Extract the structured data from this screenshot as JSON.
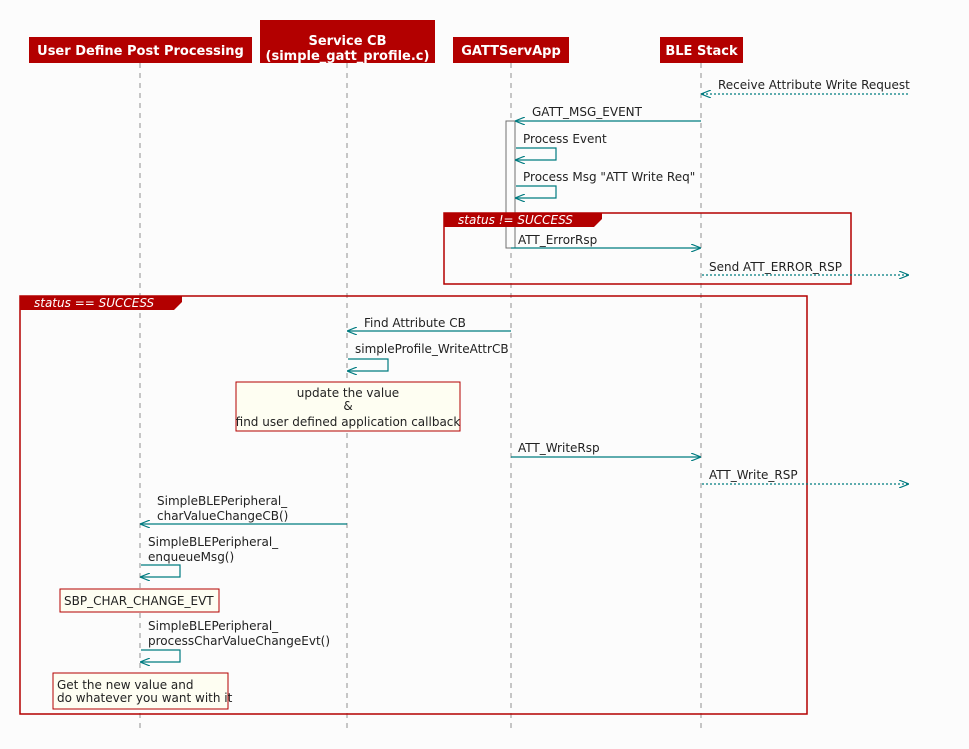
{
  "participants": [
    {
      "id": "user",
      "lines": [
        "User Define Post Processing"
      ]
    },
    {
      "id": "service",
      "lines": [
        "Service CB",
        "(simple_gatt_profile.c)"
      ]
    },
    {
      "id": "gatt",
      "lines": [
        "GATTServApp"
      ]
    },
    {
      "id": "ble",
      "lines": [
        "BLE Stack"
      ]
    }
  ],
  "fragments": [
    {
      "id": "error",
      "label": "status != SUCCESS"
    },
    {
      "id": "success",
      "label": "status == SUCCESS"
    }
  ],
  "messages": [
    {
      "id": "m1",
      "lines": [
        "Receive Attribute Write Request"
      ]
    },
    {
      "id": "m2",
      "lines": [
        "GATT_MSG_EVENT"
      ]
    },
    {
      "id": "m3",
      "lines": [
        "Process Event"
      ]
    },
    {
      "id": "m4",
      "lines": [
        "Process Msg \"ATT Write Req\""
      ]
    },
    {
      "id": "m5",
      "lines": [
        "ATT_ErrorRsp"
      ]
    },
    {
      "id": "m6",
      "lines": [
        "Send ATT_ERROR_RSP"
      ]
    },
    {
      "id": "m7",
      "lines": [
        "Find Attribute CB"
      ]
    },
    {
      "id": "m8",
      "lines": [
        "simpleProfile_WriteAttrCB"
      ]
    },
    {
      "id": "m9",
      "lines": [
        "ATT_WriteRsp"
      ]
    },
    {
      "id": "m10",
      "lines": [
        "ATT_Write_RSP"
      ]
    },
    {
      "id": "m11",
      "lines": [
        "SimpleBLEPeripheral_",
        "charValueChangeCB()"
      ]
    },
    {
      "id": "m12",
      "lines": [
        "SimpleBLEPeripheral_",
        "enqueueMsg()"
      ]
    },
    {
      "id": "m13",
      "lines": [
        "SimpleBLEPeripheral_",
        "processCharValueChangeEvt()"
      ]
    }
  ],
  "notes": [
    {
      "id": "n1",
      "lines": [
        "update the value",
        "&",
        "find user defined application callback"
      ]
    },
    {
      "id": "n2",
      "lines": [
        "SBP_CHAR_CHANGE_EVT"
      ]
    },
    {
      "id": "n3",
      "lines": [
        "Get the new value and",
        "do whatever you want with it"
      ]
    }
  ],
  "colors": {
    "participant_fill": "#b30000",
    "participant_text": "#ffffff",
    "arrow": "#007b80",
    "lifeline": "#909090",
    "fragment_border": "#b30000",
    "note_fill": "#fefef2",
    "note_border": "#b30000",
    "text": "#222222",
    "activation_fill": "#fcfcfc",
    "activation_border": "#707070"
  }
}
